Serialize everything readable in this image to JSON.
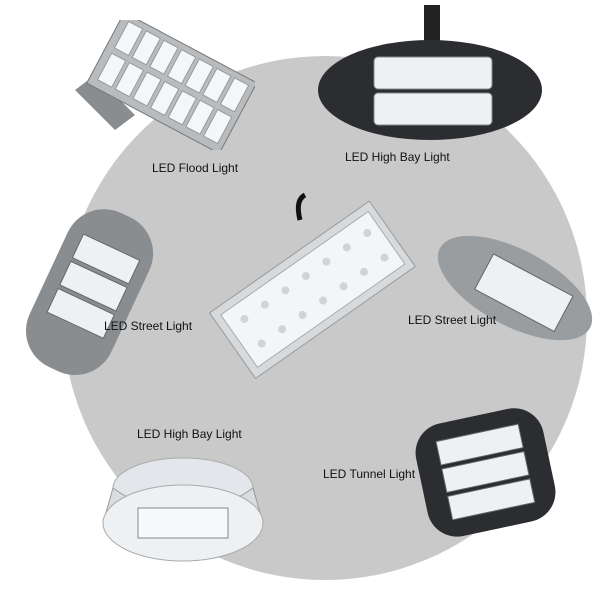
{
  "labels": {
    "flood": "LED Flood Light",
    "highbay_top": "LED High Bay Light",
    "street_left": "LED Street Light",
    "street_right": "LED Street Light",
    "highbay_bottom": "LED High Bay Light",
    "tunnel": "LED Tunnel Light"
  },
  "colors": {
    "circle": "#c9c9c9",
    "housing_gray": "#8a8d90",
    "housing_dark": "#2b2d30",
    "led_panel": "#eef1f4"
  }
}
